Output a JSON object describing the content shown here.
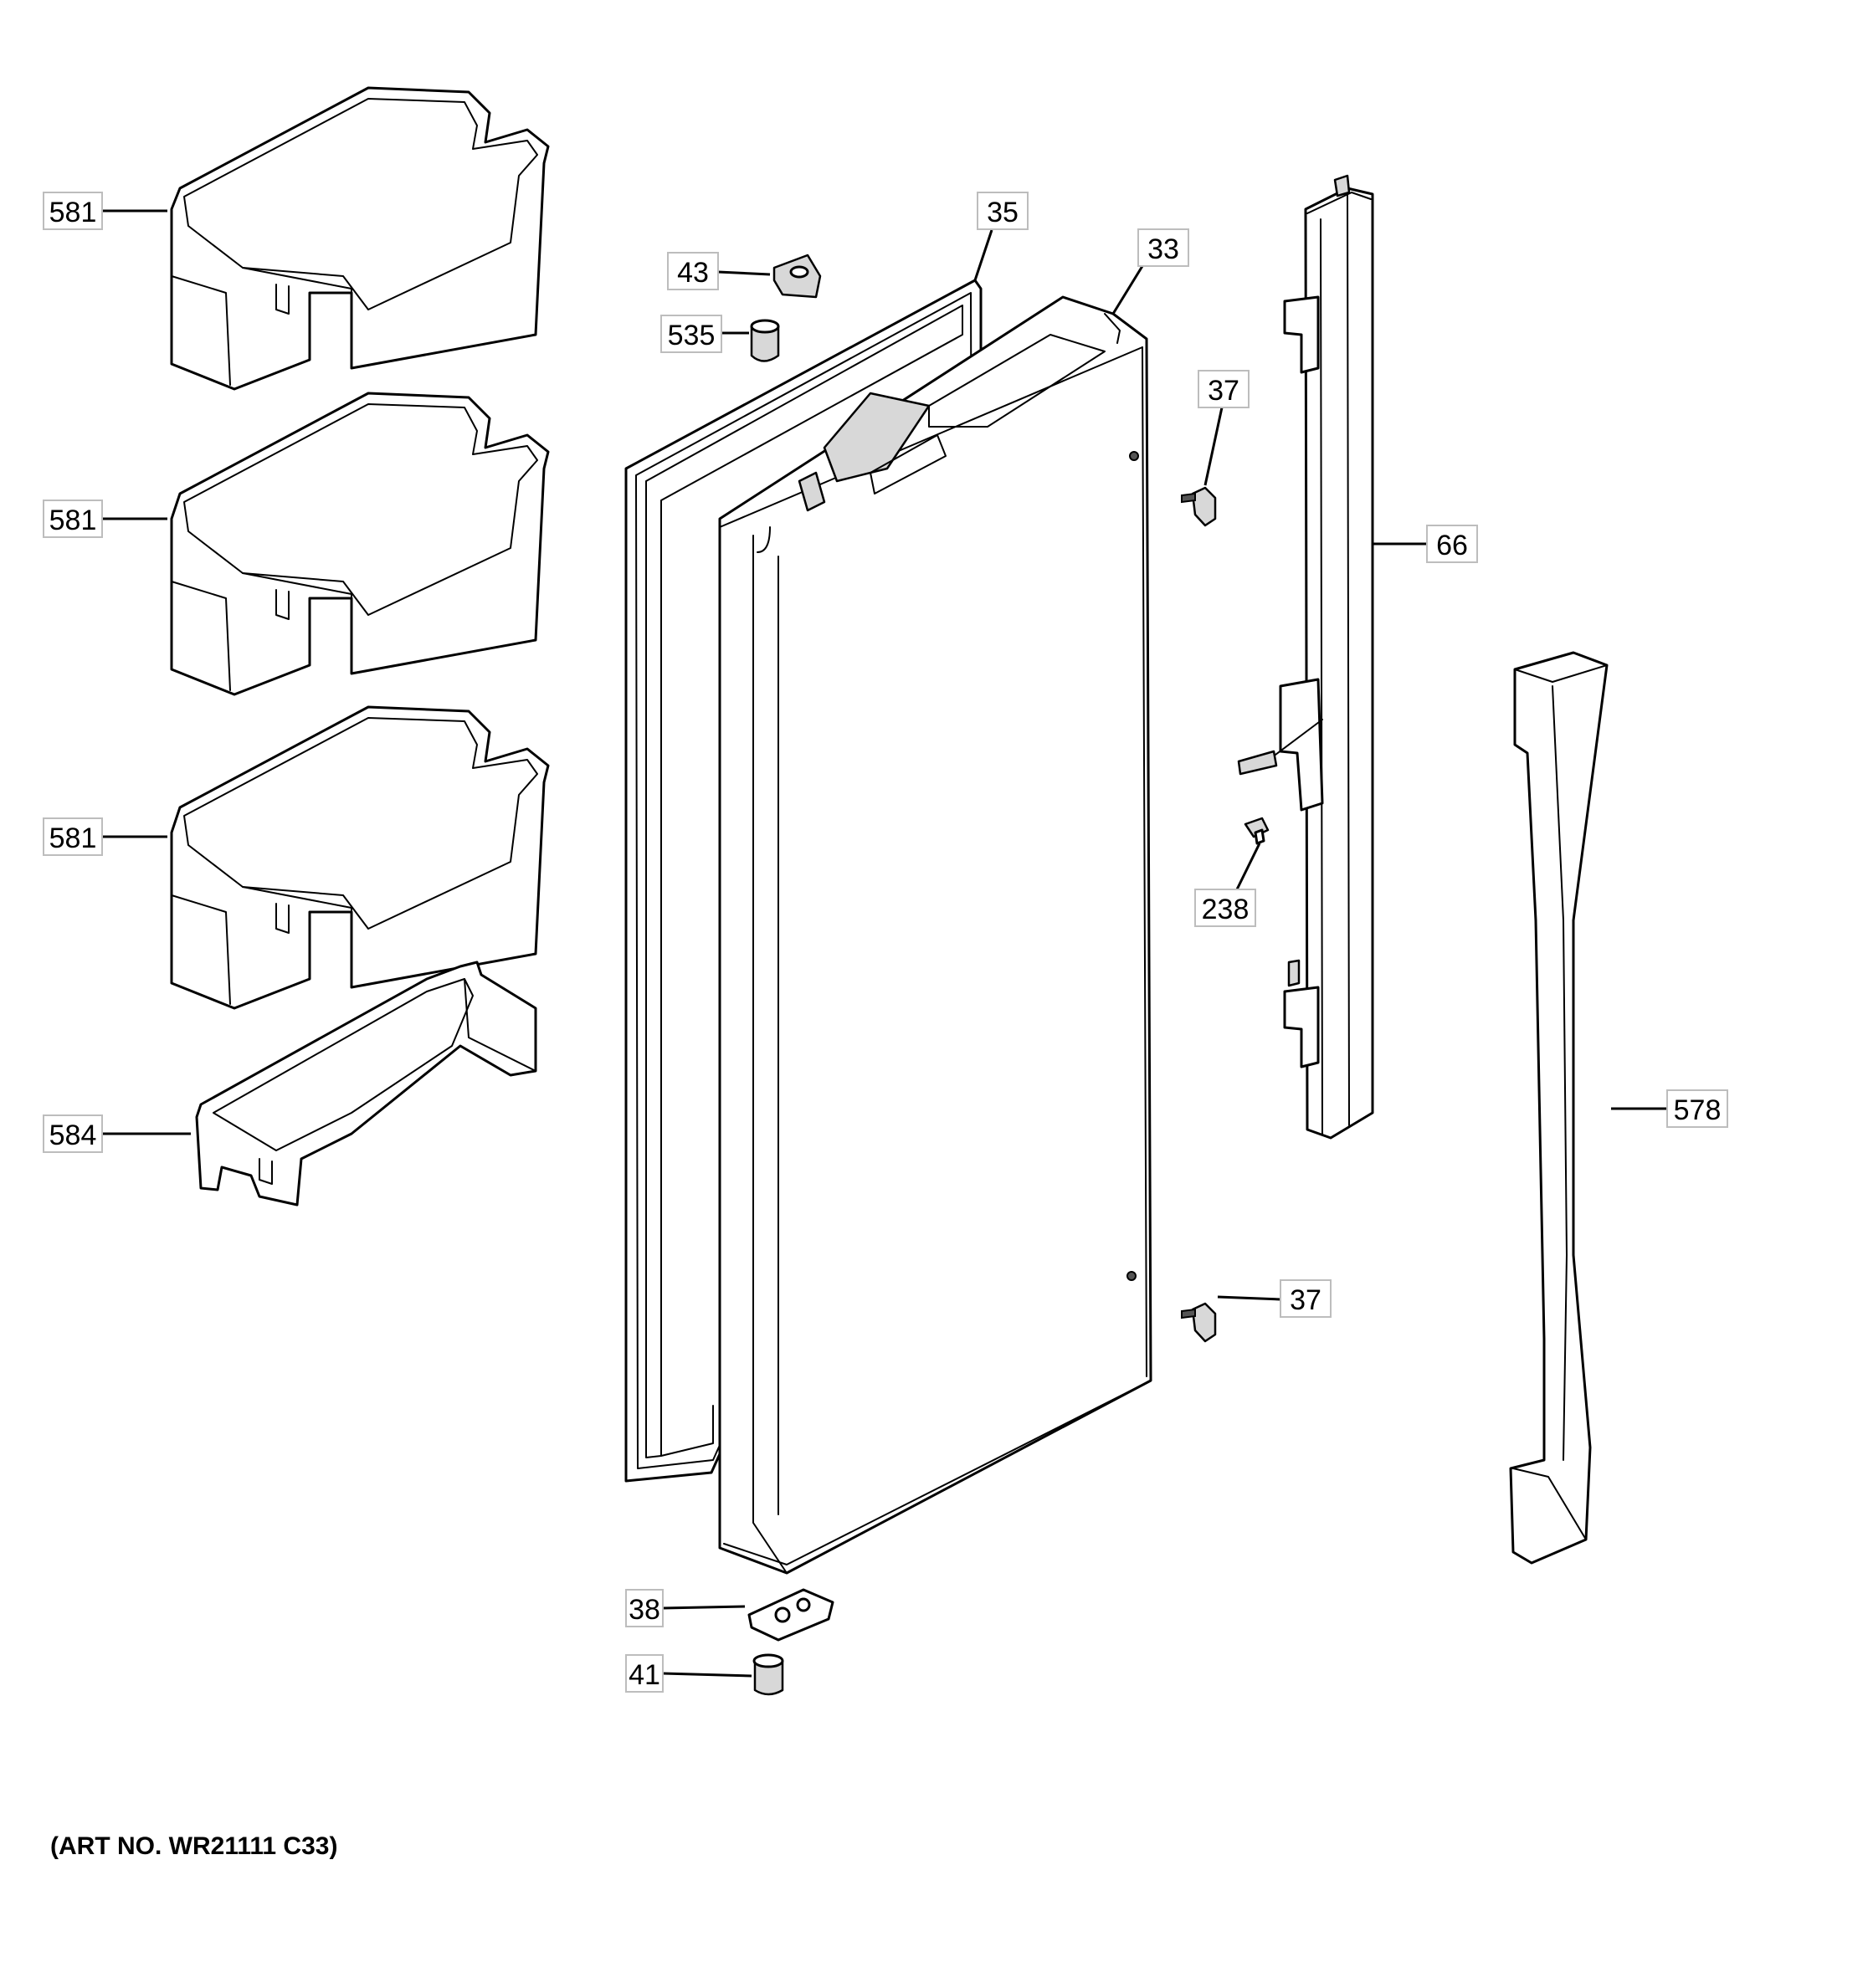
{
  "callouts": {
    "bin_1": "581",
    "bin_2": "581",
    "bin_3": "581",
    "bin_small": "584",
    "door_gasket": "35",
    "door_assembly": "33",
    "hinge_cap": "43",
    "bushing": "535",
    "screw_top": "37",
    "screw_bottom": "37",
    "hinge_bar": "66",
    "shoulder_screw": "238",
    "handle": "578",
    "bottom_hinge_plate": "38",
    "bottom_bushing": "41"
  },
  "footer": {
    "art_no": "(ART NO. WR21111 C33)"
  }
}
